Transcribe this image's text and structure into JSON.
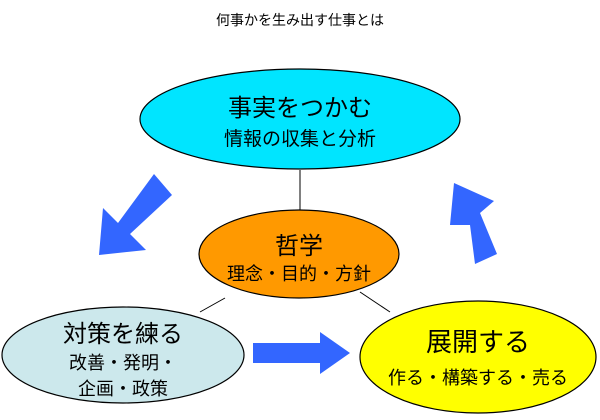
{
  "title": "何事かを生み出す仕事とは",
  "nodes": {
    "top": {
      "title": "事実をつかむ",
      "sub": "情報の収集と分析",
      "fill": "#00e5ff"
    },
    "center": {
      "title": "哲学",
      "sub": "理念・目的・方針",
      "fill": "#ff9900"
    },
    "left": {
      "title": "対策を練る",
      "sub1": "改善・発明・",
      "sub2": "企画・政策",
      "fill": "#cce8ec"
    },
    "right": {
      "title": "展開する",
      "sub": "作る・構築する・売る",
      "fill": "#ffff00"
    }
  },
  "colors": {
    "arrow": "#3366ff",
    "outline": "#000000"
  }
}
